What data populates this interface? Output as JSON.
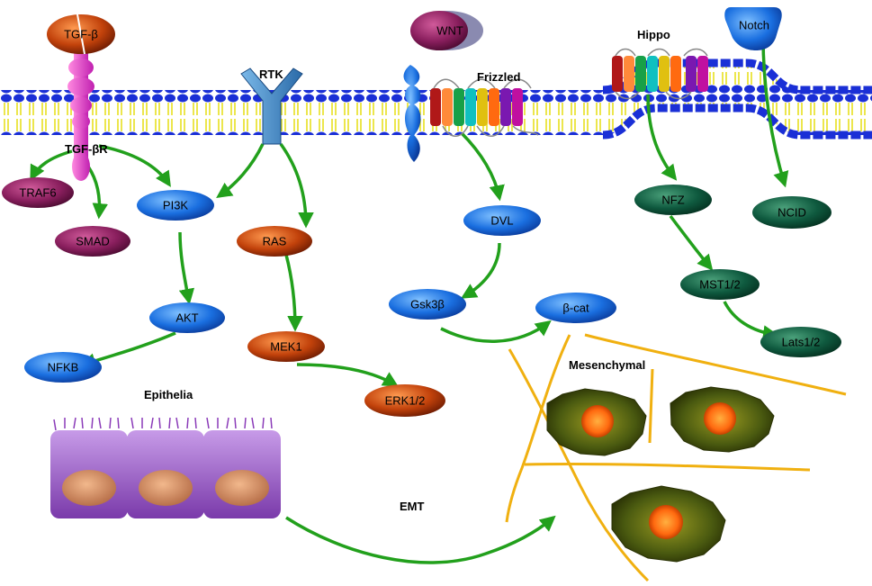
{
  "membrane_labels": {
    "tgfbr": "TGF-βR",
    "rtk": "RTK",
    "frizzled": "Frizzled",
    "hippo": "Hippo"
  },
  "ligands": {
    "tgfb": "TGF-β",
    "wnt": "WNT",
    "notch": "Notch"
  },
  "nodes": {
    "traf6": "TRAF6",
    "smad": "SMAD",
    "pi3k": "PI3K",
    "akt": "AKT",
    "nfkb": "NFKB",
    "ras": "RAS",
    "mek1": "MEK1",
    "erk12": "ERK1/2",
    "dvl": "DVL",
    "gsk3b": "Gsk3β",
    "bcat": "β-cat",
    "nfz": "NFZ",
    "mst12": "MST1/2",
    "lats12": "Lats1/2",
    "ncid": "NCID"
  },
  "labels": {
    "epithelia": "Epithelia",
    "mesenchymal": "Mesenchymal",
    "emt": "EMT"
  },
  "colors": {
    "blue_node": "#1a6fe0",
    "purple_node": "#8a1f5e",
    "orange_node": "#c2420b",
    "green_node": "#0f5a3f",
    "arrow": "#22a01c",
    "membrane_head": "#1a2fd6",
    "membrane_tail": "#e8e020",
    "fiber": "#f0b010",
    "epithelial_cell": "#9b59c9",
    "nucleus": "#d98a5c"
  }
}
